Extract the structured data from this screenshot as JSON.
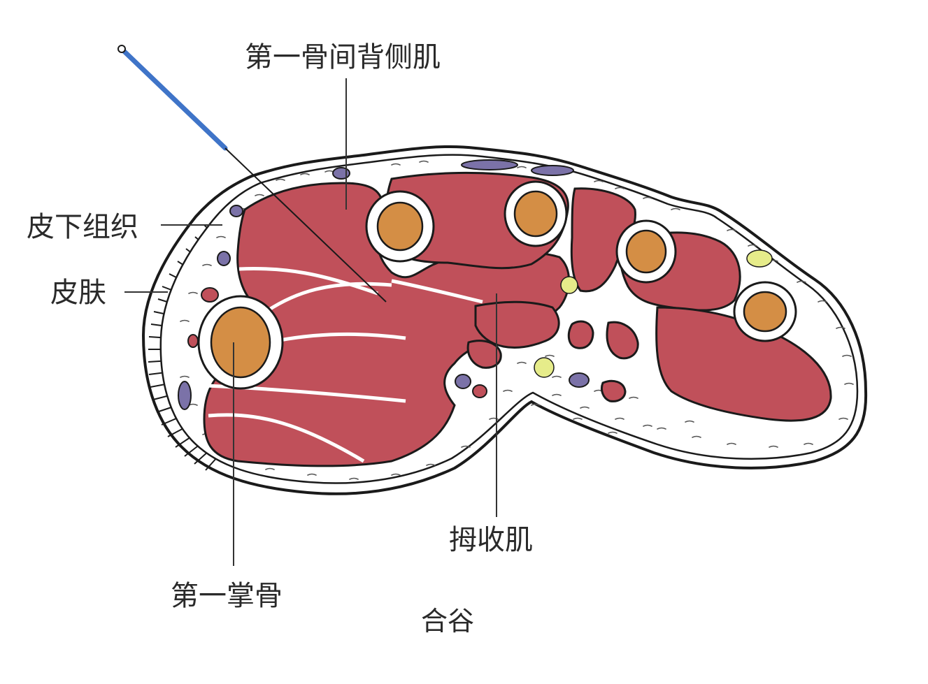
{
  "labels": {
    "first_dorsal_interosseous": "第一骨间背侧肌",
    "subcutaneous_tissue": "皮下组织",
    "skin": "皮肤",
    "adductor_pollicis": "拇收肌",
    "first_metacarpal": "第一掌骨",
    "caption": "合谷"
  },
  "colors": {
    "muscle": "#c0505a",
    "bone_marrow": "#d48e45",
    "vein": "#7b72a8",
    "nerve": "#e6ec8a",
    "needle": "#3f74c8"
  }
}
